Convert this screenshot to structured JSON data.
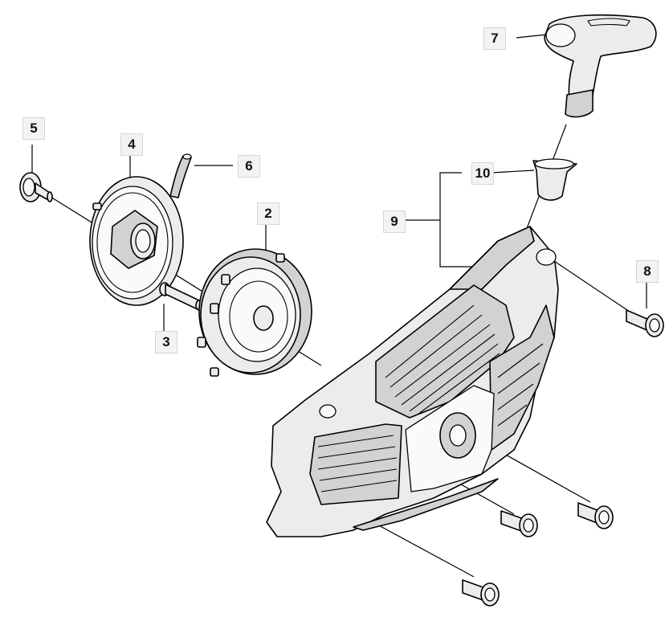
{
  "diagram": {
    "callouts": [
      {
        "id": "c1",
        "label": "7"
      },
      {
        "id": "c2",
        "label": "5"
      },
      {
        "id": "c3",
        "label": "4"
      },
      {
        "id": "c4",
        "label": "6"
      },
      {
        "id": "c5",
        "label": "10"
      },
      {
        "id": "c6",
        "label": "2"
      },
      {
        "id": "c7",
        "label": "9"
      },
      {
        "id": "c8",
        "label": "8"
      },
      {
        "id": "c9",
        "label": "3"
      }
    ]
  }
}
